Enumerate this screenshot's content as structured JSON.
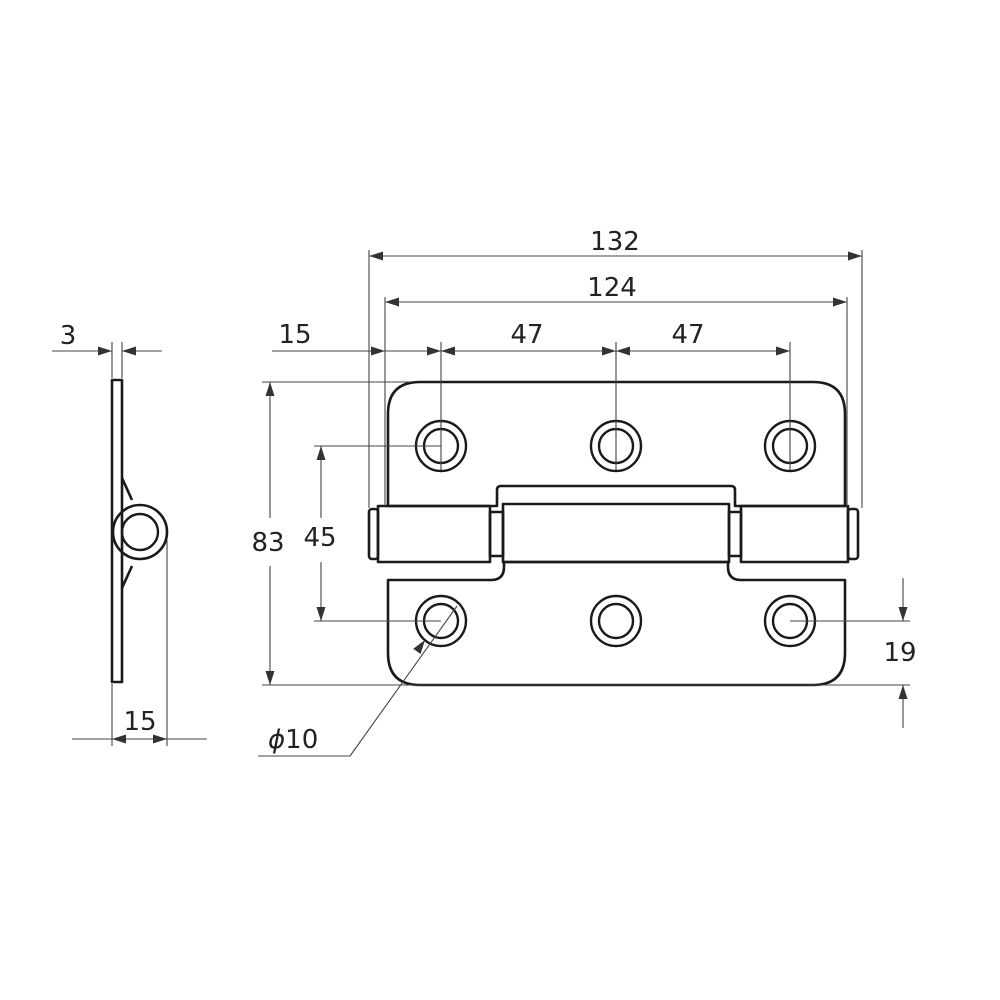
{
  "dimensions": {
    "overall_width": "132",
    "pin_width": "124",
    "edge_to_first_hole": "15",
    "hole_pitch_left": "47",
    "hole_pitch_right": "47",
    "overall_height": "83",
    "hole_vertical_spacing": "45",
    "hole_to_bottom_edge": "19",
    "hole_diameter": "10",
    "side_thickness": "3",
    "side_depth": "15"
  },
  "symbols": {
    "diameter": "ϕ"
  },
  "colors": {
    "line": "#1a1a1a",
    "dimension": "#444444",
    "background": "#ffffff"
  }
}
